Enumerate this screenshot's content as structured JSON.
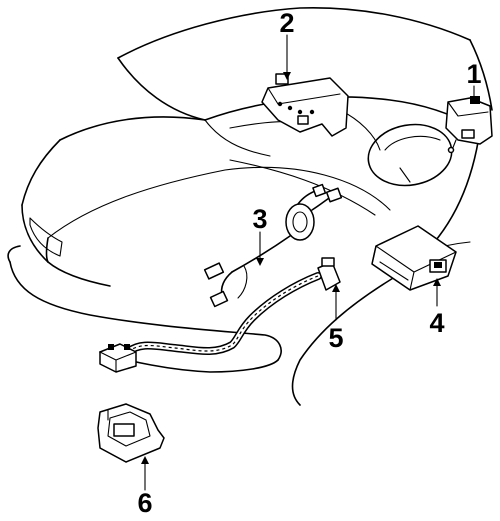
{
  "callouts": [
    {
      "id": "c1",
      "label": "1"
    },
    {
      "id": "c2",
      "label": "2"
    },
    {
      "id": "c3",
      "label": "3"
    },
    {
      "id": "c4",
      "label": "4"
    },
    {
      "id": "c5",
      "label": "5"
    },
    {
      "id": "c6",
      "label": "6"
    }
  ]
}
